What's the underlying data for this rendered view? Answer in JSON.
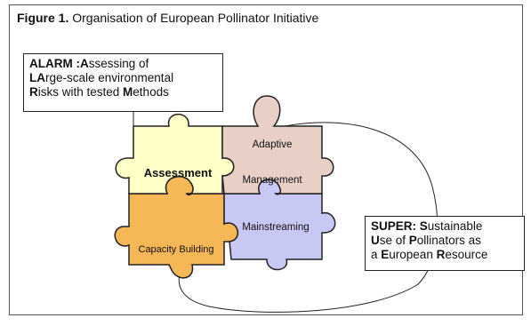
{
  "caption": {
    "label": "Figure 1.",
    "title": "Organisation of European Pollinator Initiative"
  },
  "alarm": {
    "lines": [
      [
        {
          "bold": "ALARM :"
        },
        {
          "bold": "A"
        },
        {
          "text": "ssessing of"
        }
      ],
      [
        {
          "bold": "LA"
        },
        {
          "text": "rge-scale environmental"
        }
      ],
      [
        {
          "bold": "R"
        },
        {
          "text": "isks with tested "
        },
        {
          "bold": "M"
        },
        {
          "text": "ethods"
        }
      ]
    ]
  },
  "super": {
    "lines": [
      [
        {
          "bold": "SUPER:"
        },
        {
          "text": " "
        },
        {
          "bold": "S"
        },
        {
          "text": "ustainable"
        }
      ],
      [
        {
          "bold": "U"
        },
        {
          "text": "se of "
        },
        {
          "bold": "P"
        },
        {
          "text": "ollinators as"
        }
      ],
      [
        {
          "text": "a "
        },
        {
          "bold": "E"
        },
        {
          "text": "uropean "
        },
        {
          "bold": "R"
        },
        {
          "text": "esource"
        }
      ]
    ]
  },
  "pieces": {
    "assessment": {
      "label": "Assessment",
      "color": "#FFFFC8"
    },
    "adaptive": {
      "label_line1": "Adaptive",
      "label_line2": "Management",
      "color": "#E8D0C6"
    },
    "capacity": {
      "label": "Capacity Building",
      "color": "#F6B857"
    },
    "mainstreaming": {
      "label": "Mainstreaming",
      "color": "#C8C8F4"
    }
  },
  "outline_color": "#222222"
}
